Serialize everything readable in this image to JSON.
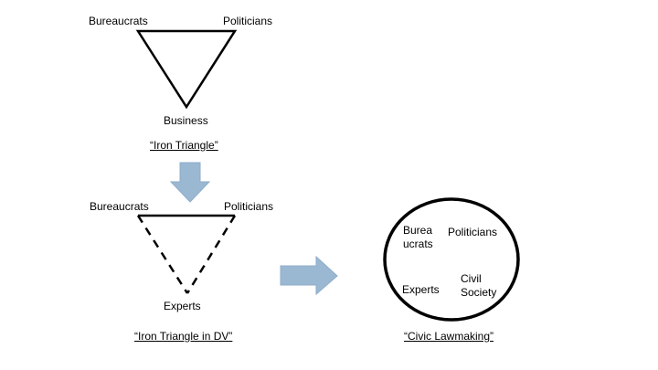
{
  "iron_triangle": {
    "top_left": "Bureaucrats",
    "top_right": "Politicians",
    "bottom": "Business",
    "caption": "“Iron Triangle”"
  },
  "iron_triangle_dv": {
    "top_left": "Bureaucrats",
    "top_right": "Politicians",
    "bottom": "Experts",
    "caption": "“Iron Triangle in DV”"
  },
  "civic_lawmaking": {
    "bureaucrats": "Burea ucrats",
    "politicians": "Politicians",
    "experts": "Experts",
    "civil_society": "Civil Society",
    "caption": "“Civic Lawmaking”"
  },
  "colors": {
    "arrow": "#9bb8d3",
    "line": "#000000"
  }
}
